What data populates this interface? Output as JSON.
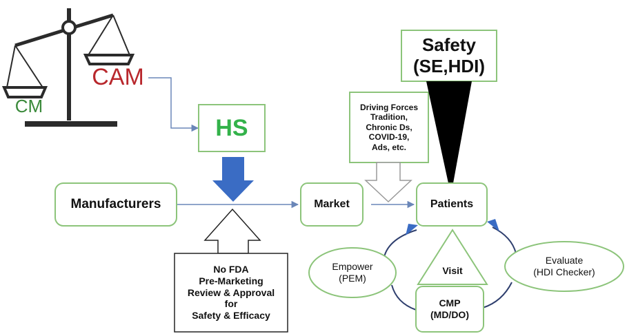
{
  "scale": {
    "heavy_label": "CM",
    "light_label": "CAM"
  },
  "hs": {
    "label": "HS"
  },
  "safety": {
    "line1": "Safety",
    "line2": "(SE,HDI)"
  },
  "driving_forces": {
    "lines": [
      "Driving Forces",
      "Tradition,",
      "Chronic Ds,",
      "COVID-19,",
      "Ads, etc."
    ]
  },
  "manufacturers": {
    "label": "Manufacturers"
  },
  "market": {
    "label": "Market"
  },
  "patients": {
    "label": "Patients"
  },
  "no_fda": {
    "lines": [
      "No FDA",
      "Pre-Marketing",
      "Review & Approval",
      "for",
      "Safety & Efficacy"
    ]
  },
  "empower": {
    "line1": "Empower",
    "line2": "(PEM)"
  },
  "visit": {
    "label": "Visit"
  },
  "evaluate": {
    "line1": "Evaluate",
    "line2": "(HDI Checker)"
  },
  "cmp": {
    "line1": "CMP",
    "line2": "(MD/DO)"
  },
  "colors": {
    "cm_green": "#3b8a3b",
    "cam_red": "#b8272c",
    "hs_green": "#33b24a",
    "box_border_green": "#8cc47a",
    "arrow_blue": "#3a6cc4",
    "line_blue": "#6a86b8",
    "cycle_navy": "#2f3f6e"
  }
}
